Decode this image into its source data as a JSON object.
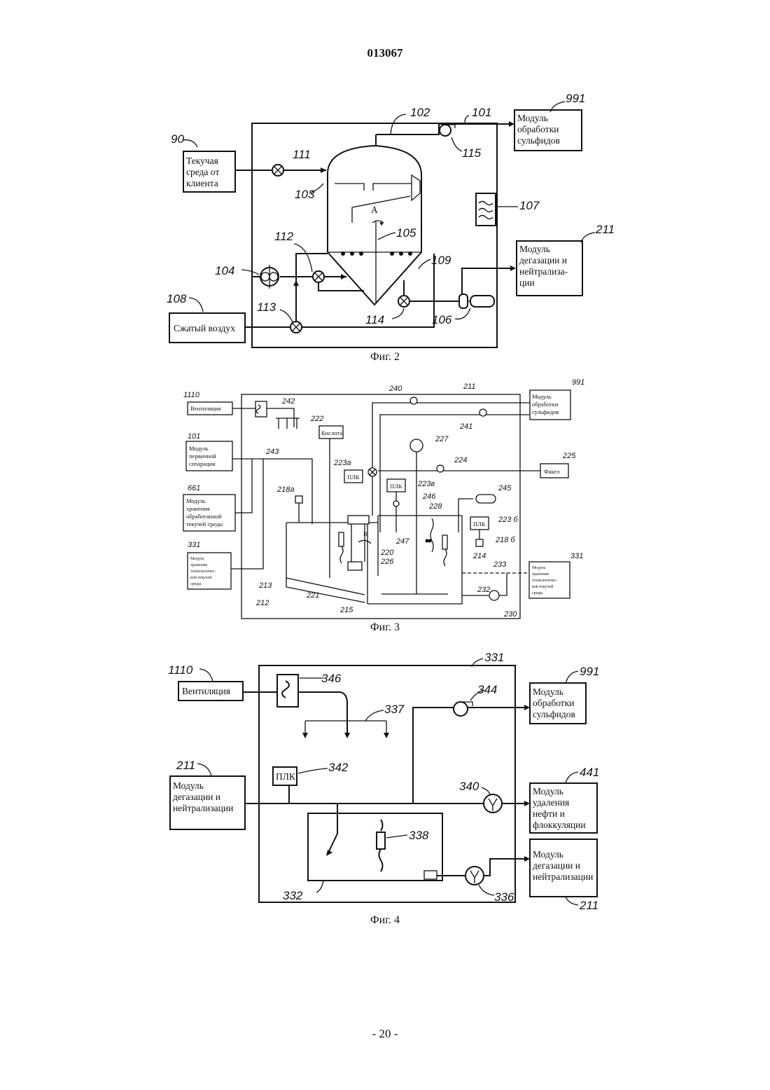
{
  "page": {
    "doc_number": "013067",
    "page_number": "- 20 -"
  },
  "fig2": {
    "caption": "Фиг. 2",
    "box_client": [
      "Текучая",
      "среда от",
      "клиента"
    ],
    "box_sulfide": [
      "Модуль",
      "обработки",
      "сульфидов"
    ],
    "box_degas": [
      "Модуль",
      "дегазации и",
      "нейтрализа-",
      "ции"
    ],
    "box_air": "Сжатый воздух",
    "letter_a": "A",
    "refs": {
      "r90": "90",
      "r101": "101",
      "r102": "102",
      "r103": "103",
      "r104": "104",
      "r105": "105",
      "r106": "106",
      "r107": "107",
      "r108": "108",
      "r109": "109",
      "r111": "111",
      "r112": "112",
      "r113": "113",
      "r114": "114",
      "r115": "115",
      "r211": "211",
      "r991": "991"
    }
  },
  "fig3": {
    "caption": "Фиг. 3",
    "box_vent": "Вентиляция",
    "box_primary": [
      "Модуль",
      "первичной",
      "сепарации"
    ],
    "box_storage": [
      "Модуль",
      "хранения",
      "обработанной",
      "текучей среды"
    ],
    "box_tech_left": [
      "Модуль",
      "хранения",
      "технологичес-",
      "кой текучей",
      "среды"
    ],
    "box_tech_right": [
      "Модуль",
      "хранения",
      "технологичес-",
      "кой текучей",
      "среды"
    ],
    "box_sulfide": [
      "Модуль",
      "обработки",
      "сульфидов"
    ],
    "box_acid": "Кислота",
    "box_flare": "Факел",
    "plc": "ПЛК",
    "letter_b": "B",
    "refs": {
      "r1110": "1110",
      "r101": "101",
      "r661": "661",
      "r331a": "331",
      "r331b": "331",
      "r211": "211",
      "r991": "991",
      "r222": "222",
      "r225": "225",
      "r240": "240",
      "r241": "241",
      "r242": "242",
      "r243": "243",
      "r224": "224",
      "r227": "227",
      "r223a": "223а",
      "r223v": "223в",
      "r223b": "223 б",
      "r218a": "218а",
      "r218b": "218 б",
      "r245": "245",
      "r246": "246",
      "r228": "228",
      "r247": "247",
      "r220": "220",
      "r226": "226",
      "r214": "214",
      "r233": "233",
      "r232": "232",
      "r230": "230",
      "r213": "213",
      "r221": "221",
      "r212": "212",
      "r215": "215"
    }
  },
  "fig4": {
    "caption": "Фиг. 4",
    "box_vent": "Вентиляция",
    "box_degas_in": [
      "Модуль",
      "дегазации и",
      "нейтрализации"
    ],
    "box_sulfide": [
      "Модуль",
      "обработки",
      "сульфидов"
    ],
    "box_oil": [
      "Модуль",
      "удаления",
      "нефти и",
      "флоккуляции"
    ],
    "box_degas_out": [
      "Модуль",
      "дегазации и",
      "нейтрализации"
    ],
    "plc": "ПЛК",
    "refs": {
      "r1110": "1110",
      "r211a": "211",
      "r211b": "211",
      "r331": "331",
      "r332": "332",
      "r336": "336",
      "r337": "337",
      "r338": "338",
      "r340": "340",
      "r342": "342",
      "r344": "344",
      "r346": "346",
      "r441": "441",
      "r991": "991"
    }
  }
}
